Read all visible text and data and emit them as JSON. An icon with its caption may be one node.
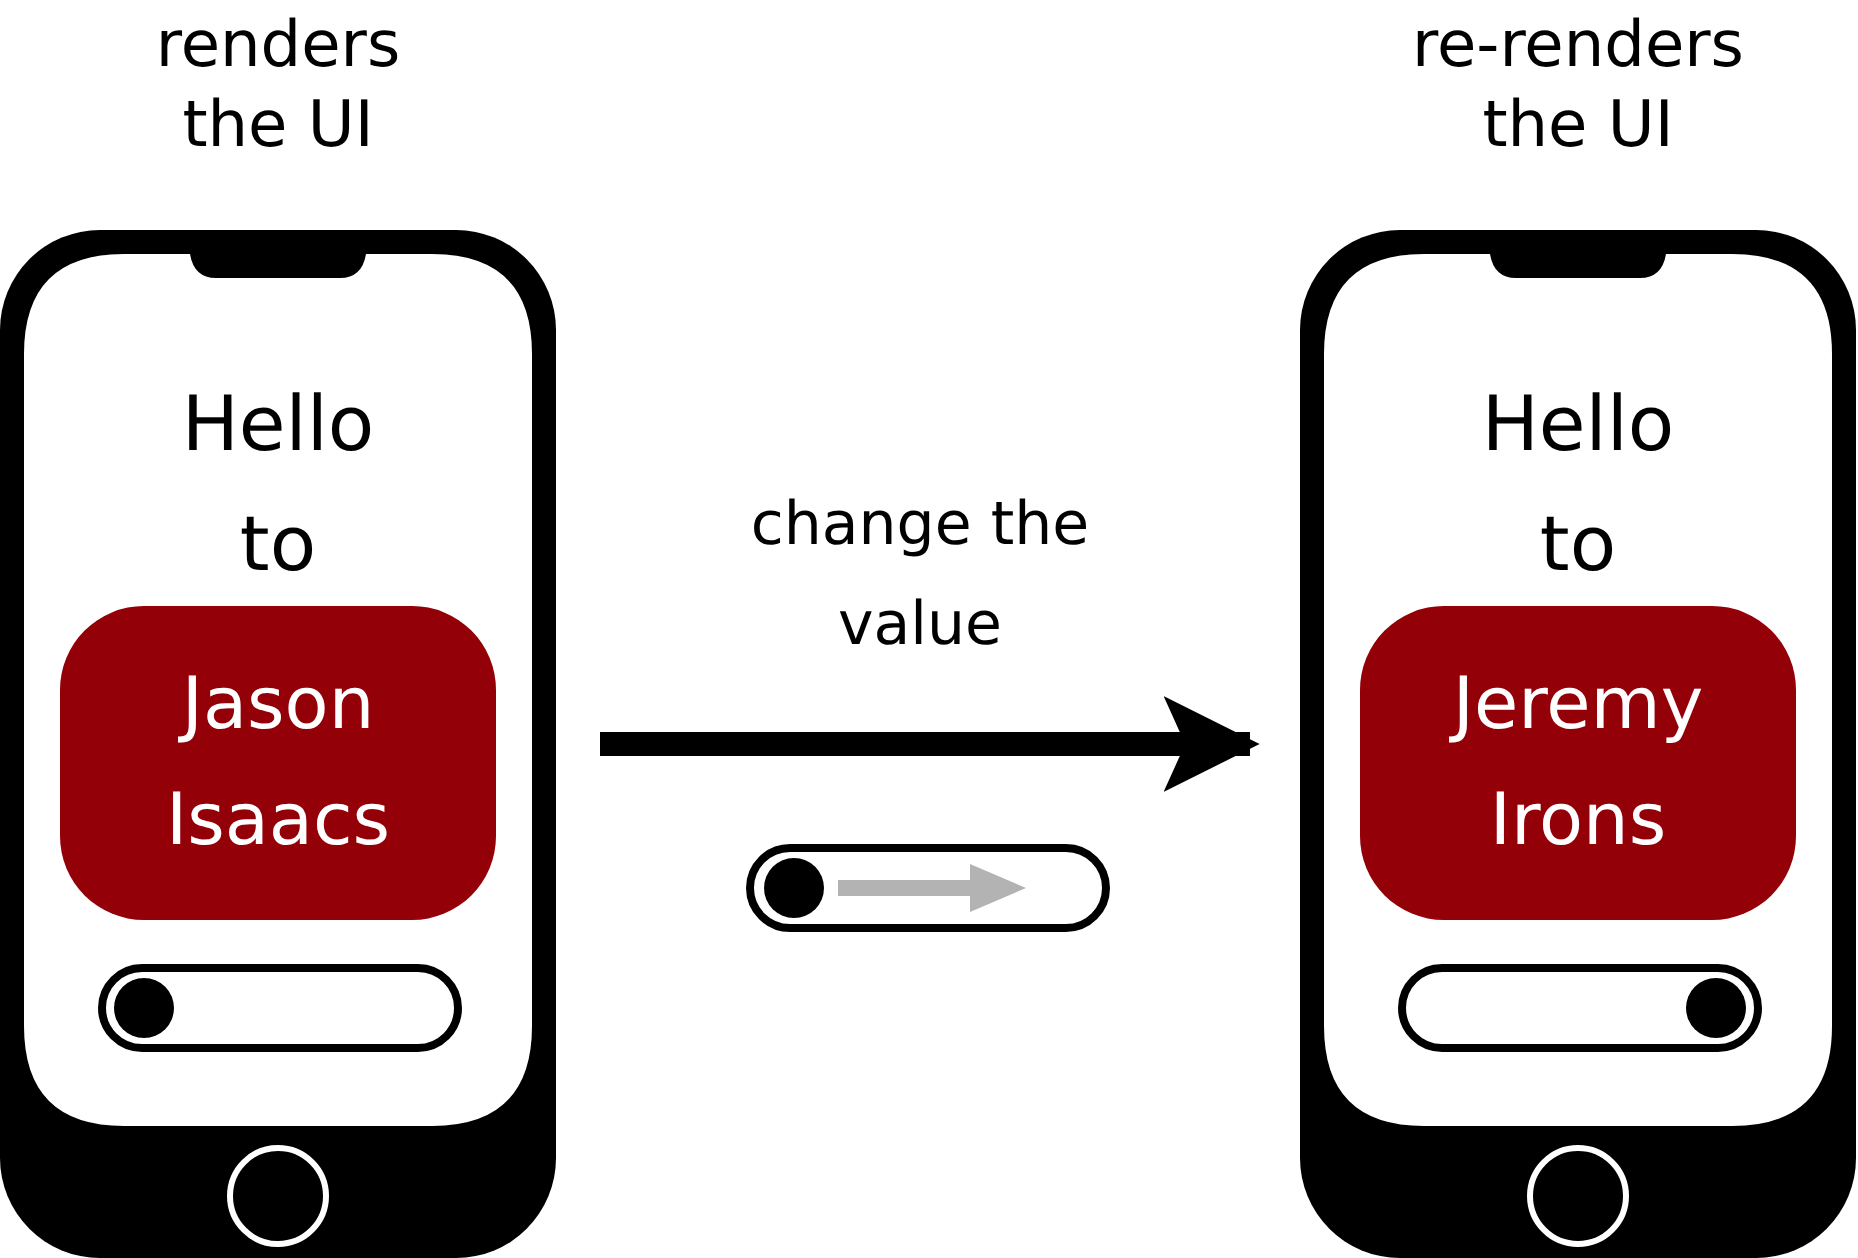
{
  "diagram": {
    "nodes": [
      {
        "text": [
          "renders the UI",
          "Hello to"
        ]
      },
      {
        "text": [
          "Jason Isaacs"
        ],
        "in": 0
      },
      {
        "text": [
          "re-renders the UI",
          "Hello to"
        ]
      },
      {
        "text": [
          "Jeremy Irons"
        ],
        "in": 2
      }
    ],
    "edges": [
      {
        "from": 0,
        "to": 2,
        "arrow": "to",
        "label": "change the value"
      }
    ]
  }
}
